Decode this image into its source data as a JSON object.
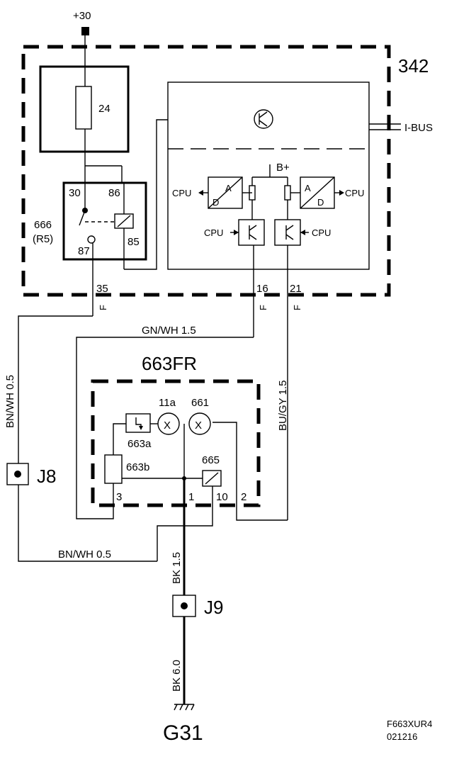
{
  "supply": {
    "label": "+30"
  },
  "modules": {
    "module_342": {
      "label": "342"
    },
    "relay": {
      "label": "666",
      "sub": "(R5)",
      "pins": {
        "p30": "30",
        "p86": "86",
        "p87": "87",
        "p85": "85"
      }
    },
    "fuse": {
      "label": "24"
    },
    "ibus": {
      "label": "I-BUS"
    },
    "bplus": {
      "label": "B+"
    },
    "cpu": {
      "label": "CPU"
    },
    "ad": {
      "a": "A",
      "d": "D"
    },
    "module_663fr": {
      "label": "663FR"
    }
  },
  "pins": {
    "p35": "35",
    "p16": "16",
    "p21": "21",
    "connector": "F"
  },
  "wires": {
    "gnwh": "GN/WH 1.5",
    "bnwh_v": "BN/WH 0.5",
    "bnwh_h": "BN/WH 0.5",
    "bugy": "BU/GY 1.5",
    "bk15": "BK 1.5",
    "bk60": "BK 6.0"
  },
  "components": {
    "c11a": "11a",
    "c661": "661",
    "c663a": "663a",
    "c663b": "663b",
    "c665": "665",
    "lamp_symbol": "X",
    "pins": {
      "p1": "1",
      "p2": "2",
      "p3": "3",
      "p10": "10"
    }
  },
  "junctions": {
    "j8": "J8",
    "j9": "J9"
  },
  "ground": {
    "label": "G31"
  },
  "footer": {
    "code": "F663XUR4",
    "date": "021216"
  }
}
